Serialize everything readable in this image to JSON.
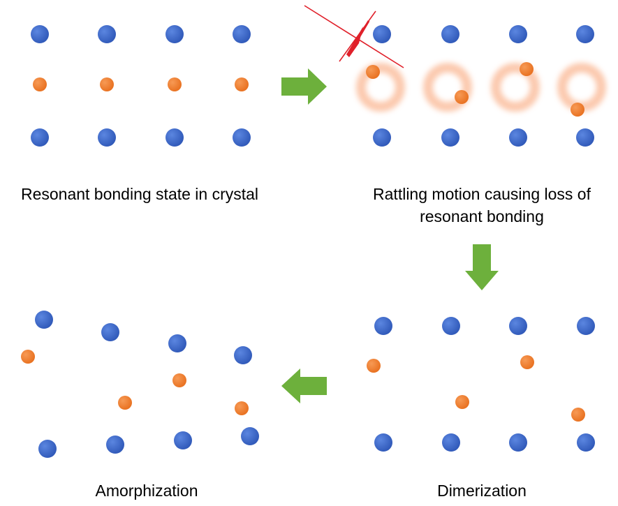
{
  "captions": {
    "resonant": "Resonant bonding state in crystal",
    "rattling_line1": "Rattling motion causing loss of",
    "rattling_line2": "resonant bonding",
    "amorphization": "Amorphization",
    "dimerization": "Dimerization"
  },
  "colors": {
    "blue_atom": "#3a65c8",
    "orange_atom": "#ef7a2c",
    "halo": "#fbc9a6",
    "arrow": "#6db03c",
    "cross": "#e0202a"
  },
  "panels": [
    {
      "name": "resonant-bonding-crystal",
      "atoms": 12
    },
    {
      "name": "rattling-motion",
      "atoms": 12,
      "halos": 4
    },
    {
      "name": "dimerization",
      "atoms": 12
    },
    {
      "name": "amorphization",
      "atoms": 12
    }
  ]
}
